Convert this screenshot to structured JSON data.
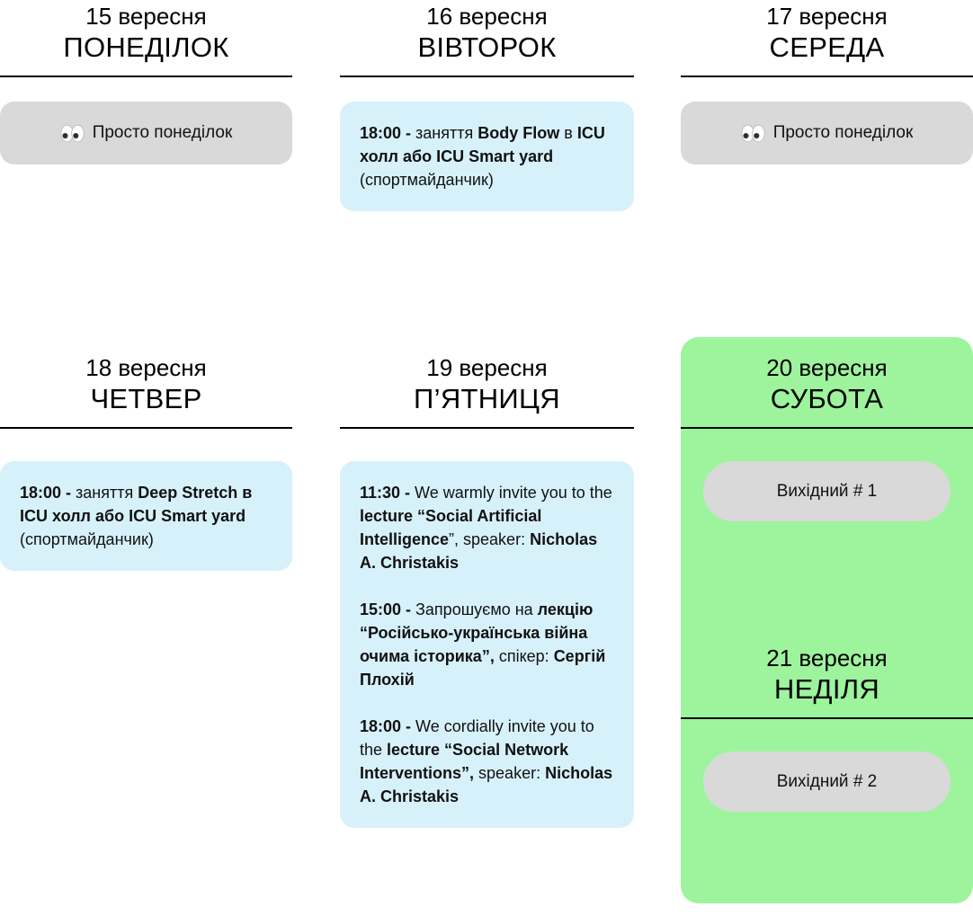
{
  "colors": {
    "gray_card": "#d9d9d9",
    "blue_card": "#d7f1fb",
    "green_card": "#9df49d",
    "line": "#000000",
    "text": "#111111"
  },
  "days": {
    "monday": {
      "date": "15 вересня",
      "name": "ПОНЕДІЛОК",
      "card": {
        "icon": "eyes-icon",
        "label": "Просто понеділок"
      }
    },
    "tuesday": {
      "date": "16 вересня",
      "name": "ВІВТОРОК",
      "event": [
        {
          "b": true,
          "t": "18:00 -"
        },
        {
          "b": false,
          "t": " заняття "
        },
        {
          "b": true,
          "t": "Body Flow"
        },
        {
          "b": false,
          "t": " в "
        },
        {
          "b": true,
          "t": "ICU холл або ICU Smart yard"
        },
        {
          "b": false,
          "t": "  (спортмайданчик)"
        }
      ]
    },
    "wednesday": {
      "date": "17 вересня",
      "name": "СЕРЕДА",
      "card": {
        "icon": "eyes-icon",
        "label": "Просто понеділок"
      }
    },
    "thursday": {
      "date": "18 вересня",
      "name": "ЧЕТВЕР",
      "event": [
        {
          "b": true,
          "t": "18:00 -"
        },
        {
          "b": false,
          "t": " заняття "
        },
        {
          "b": true,
          "t": "Deep Stretch в ICU холл або ICU Smart yard"
        },
        {
          "b": false,
          "t": " (спортмайданчик)"
        }
      ]
    },
    "friday": {
      "date": "19 вересня",
      "name": "П’ЯТНИЦЯ",
      "events": [
        [
          {
            "b": true,
            "t": "11:30 -"
          },
          {
            "b": false,
            "t": " We warmly invite you to the "
          },
          {
            "b": true,
            "t": "lecture “Social Artificial Intelligence"
          },
          {
            "b": false,
            "t": "”, speaker: "
          },
          {
            "b": true,
            "t": "Nicholas A. Christakis"
          }
        ],
        [
          {
            "b": true,
            "t": "15:00 -"
          },
          {
            "b": false,
            "t": " Запрошуємо на "
          },
          {
            "b": true,
            "t": "лекцію “Російсько-українська війна очима історика”,"
          },
          {
            "b": false,
            "t": " спікер: "
          },
          {
            "b": true,
            "t": "Сергій Плохій"
          }
        ],
        [
          {
            "b": true,
            "t": "18:00 -"
          },
          {
            "b": false,
            "t": " We cordially invite you to the "
          },
          {
            "b": true,
            "t": "lecture “Social Network Interventions”,"
          },
          {
            "b": false,
            "t": " speaker: "
          },
          {
            "b": true,
            "t": "Nicholas A. Christakis"
          }
        ]
      ]
    },
    "saturday": {
      "date": "20 вересня",
      "name": "СУБОТА",
      "pill": "Вихідний # 1"
    },
    "sunday": {
      "date": "21 вересня",
      "name": "НЕДІЛЯ",
      "pill": "Вихідний # 2"
    }
  }
}
